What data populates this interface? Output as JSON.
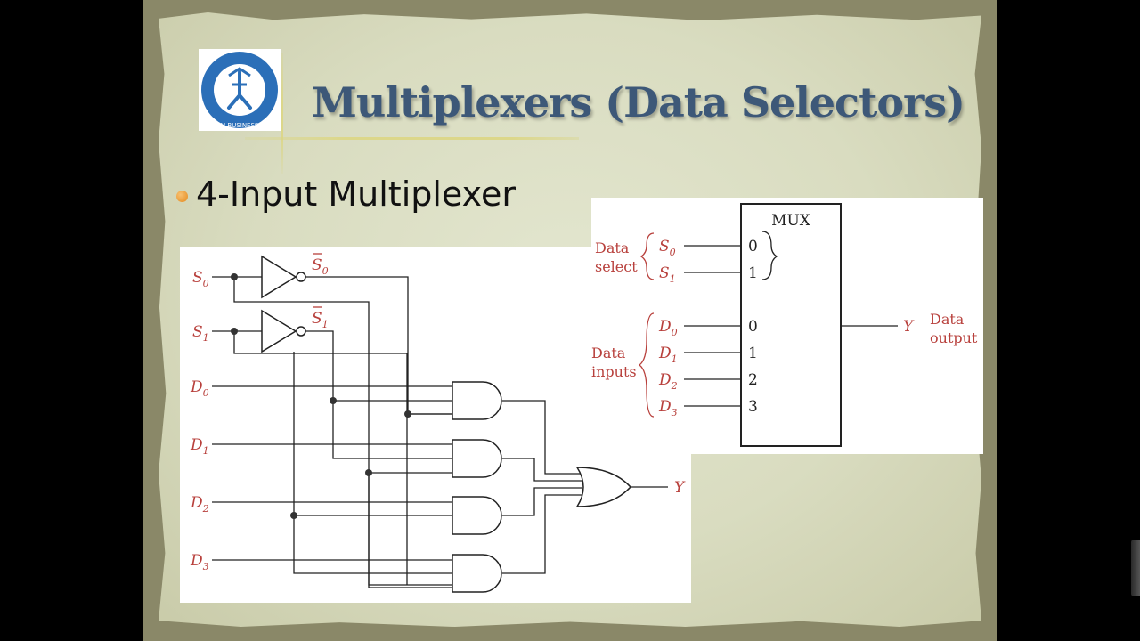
{
  "slide": {
    "title": "Multiplexers (Data Selectors)",
    "bullet": "4-Input Multiplexer",
    "logo": {
      "icon": "shanghai-business-school-seal-icon",
      "ring_text": "SHANGHAI BUSINESS SCHOOL"
    }
  },
  "circuit": {
    "inputs": [
      {
        "name": "S",
        "sub": "0"
      },
      {
        "name": "S",
        "sub": "1"
      },
      {
        "name": "D",
        "sub": "0"
      },
      {
        "name": "D",
        "sub": "1"
      },
      {
        "name": "D",
        "sub": "2"
      },
      {
        "name": "D",
        "sub": "3"
      }
    ],
    "inverted": [
      {
        "name": "S",
        "sub": "0"
      },
      {
        "name": "S",
        "sub": "1"
      }
    ],
    "output": "Y"
  },
  "mux": {
    "label": "MUX",
    "select_group": "Data\nselect",
    "inputs_group": "Data\ninputs",
    "output_group": "Data\noutput",
    "select_lines": [
      {
        "name": "S",
        "sub": "0",
        "pin": "0"
      },
      {
        "name": "S",
        "sub": "1",
        "pin": "1"
      }
    ],
    "data_lines": [
      {
        "name": "D",
        "sub": "0",
        "pin": "0"
      },
      {
        "name": "D",
        "sub": "1",
        "pin": "1"
      },
      {
        "name": "D",
        "sub": "2",
        "pin": "2"
      },
      {
        "name": "D",
        "sub": "3",
        "pin": "3"
      }
    ],
    "output": "Y"
  },
  "colors": {
    "title": "#3d5878",
    "labels": "#b8403c",
    "bullet": "#e48a1e"
  }
}
